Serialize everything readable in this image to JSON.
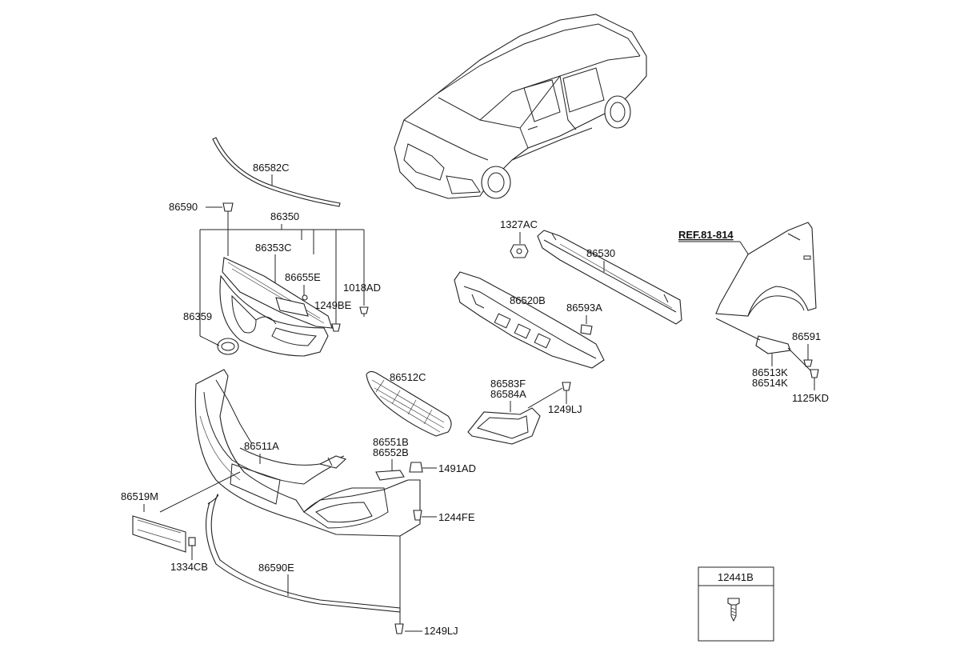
{
  "reference_label": "REF.81-814",
  "labels": {
    "p86582C": "86582C",
    "p86590": "86590",
    "p86350": "86350",
    "p86353C": "86353C",
    "p86655E": "86655E",
    "p1018AD": "1018AD",
    "p1249BE": "1249BE",
    "p86359": "86359",
    "p1327AC": "1327AC",
    "p86530": "86530",
    "p86520B": "86520B",
    "p86593A": "86593A",
    "p86591": "86591",
    "p86513K": "86513K",
    "p86514K": "86514K",
    "p1125KD": "1125KD",
    "p86512C": "86512C",
    "p86583F": "86583F",
    "p86584A": "86584A",
    "p1249LJ_a": "1249LJ",
    "p86511A": "86511A",
    "p86551B": "86551B",
    "p86552B": "86552B",
    "p1491AD": "1491AD",
    "p86519M": "86519M",
    "p1244FE": "1244FE",
    "p1334CB": "1334CB",
    "p86590E": "86590E",
    "p1249LJ_b": "1249LJ"
  },
  "legend_box": {
    "title": "12441B",
    "icon": "screw-icon"
  }
}
